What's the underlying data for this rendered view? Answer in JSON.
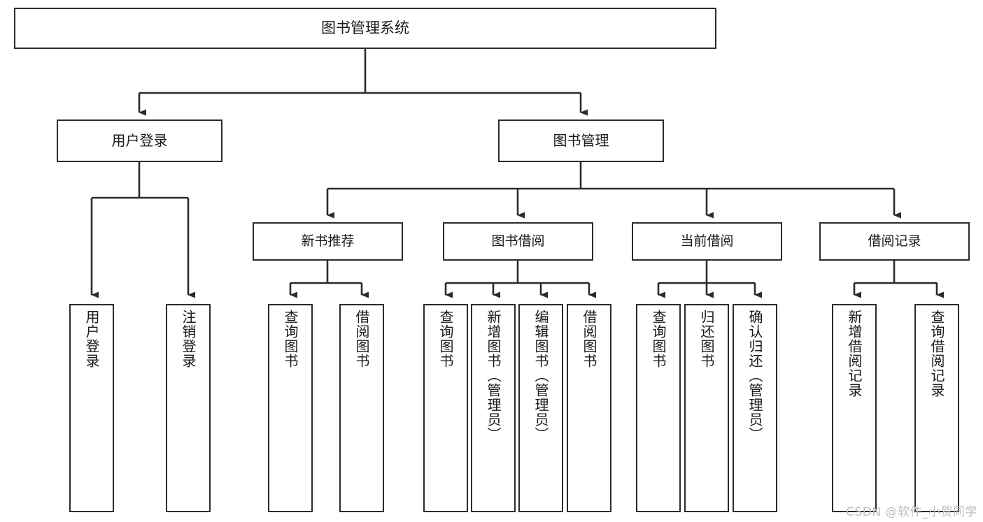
{
  "diagram": {
    "title": "图书管理系统",
    "watermark": "CSDN @软件_小贺同学",
    "colors": {
      "border": "#2b2b2b",
      "background": "#ffffff",
      "text": "#1a1a1a",
      "connector": "#2b2b2b",
      "watermark": "#bdbdbd"
    },
    "root": {
      "label": "图书管理系统"
    },
    "level1": [
      {
        "label": "用户登录"
      },
      {
        "label": "图书管理"
      }
    ],
    "level2": [
      {
        "label": "新书推荐"
      },
      {
        "label": "图书借阅"
      },
      {
        "label": "当前借阅"
      },
      {
        "label": "借阅记录"
      }
    ],
    "leaves": {
      "user_login": [
        {
          "label": "用户登录"
        },
        {
          "label": "注销登录"
        }
      ],
      "new_book_recommend": [
        {
          "label": "查询图书"
        },
        {
          "label": "借阅图书"
        }
      ],
      "book_borrow": [
        {
          "label": "查询图书"
        },
        {
          "label": "新增图书（管理员）"
        },
        {
          "label": "编辑图书（管理员）"
        },
        {
          "label": "借阅图书"
        }
      ],
      "current_borrow": [
        {
          "label": "查询图书"
        },
        {
          "label": "归还图书"
        },
        {
          "label": "确认归还（管理员）"
        }
      ],
      "borrow_record": [
        {
          "label": "新增借阅记录"
        },
        {
          "label": "查询借阅记录"
        }
      ]
    }
  }
}
